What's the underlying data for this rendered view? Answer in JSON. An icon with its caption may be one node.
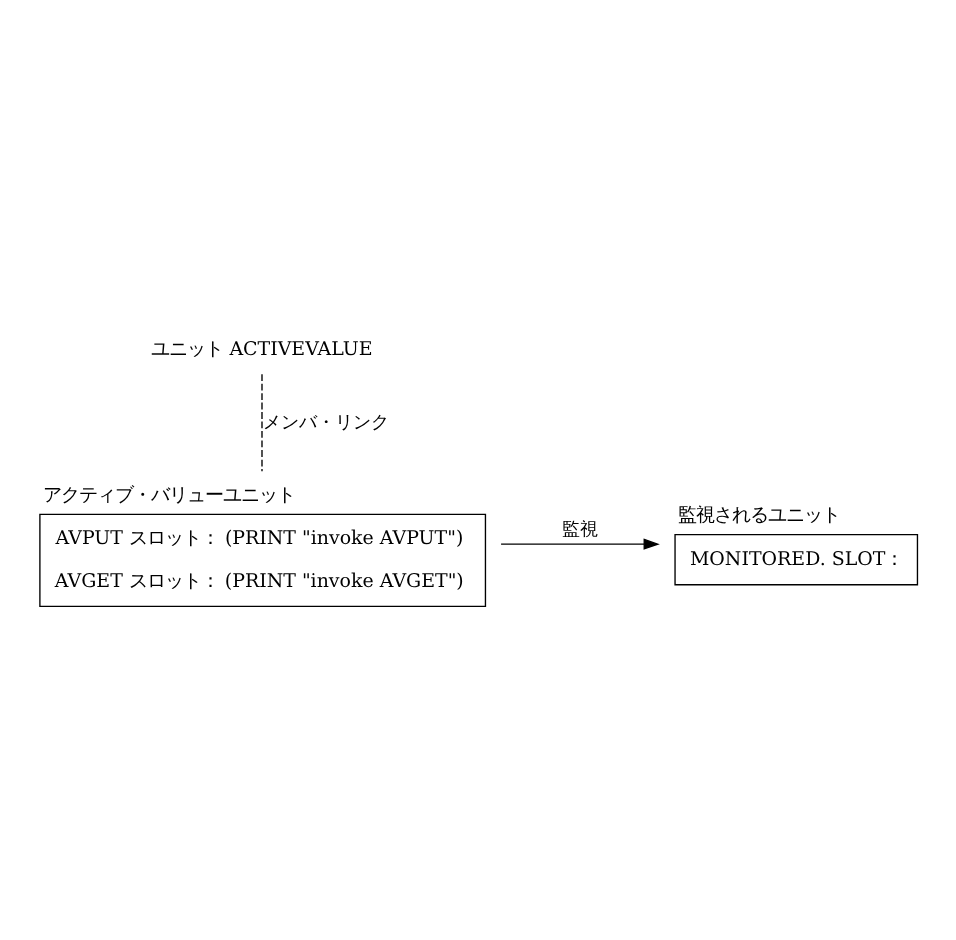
{
  "diagram": {
    "nodes": [
      {
        "text": [
          "ユニット ACTIVEVALUE"
        ]
      },
      {
        "text": [
          "アクティブ・バリューユニット",
          "AVPUT スロット： (PRINT \"invoke AVPUT\")",
          "AVGET スロット： (PRINT \"invoke AVGET\")"
        ]
      },
      {
        "text": [
          "監視されるユニット",
          "MONITORED. SLOT："
        ]
      }
    ],
    "edges": [
      {
        "from": 0,
        "to": 1,
        "arrow": "none",
        "style": "dashed",
        "label": "メンバ・リンク"
      },
      {
        "from": 1,
        "to": 2,
        "arrow": "to",
        "label": "監視"
      }
    ]
  }
}
